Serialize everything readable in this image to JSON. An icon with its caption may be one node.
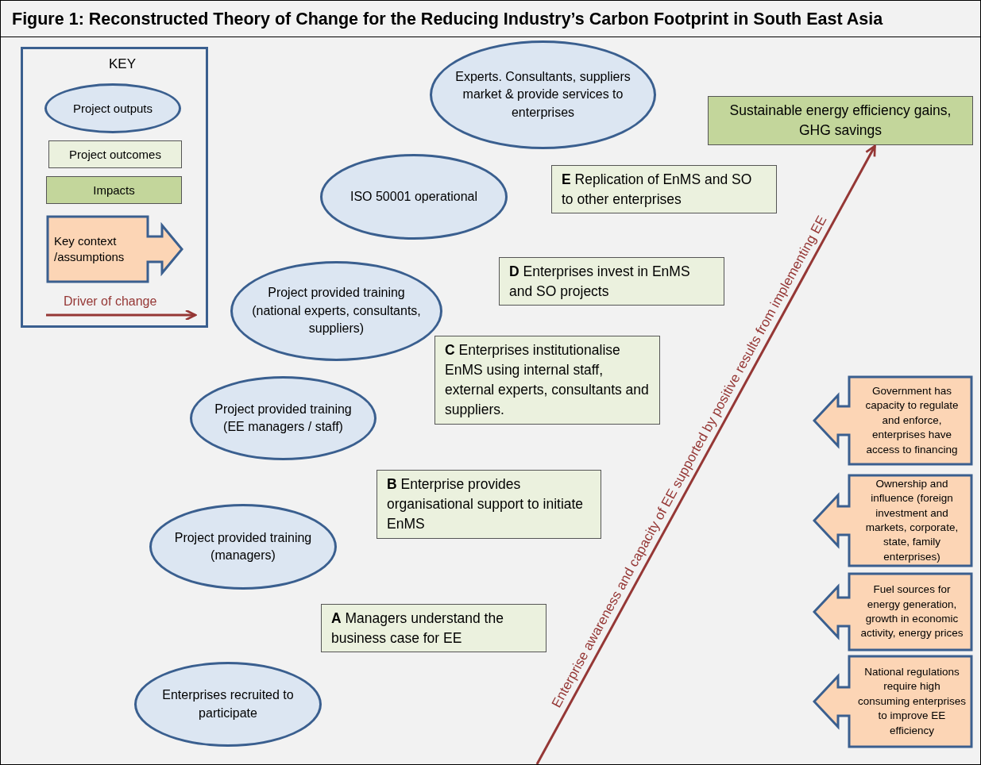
{
  "diagram": {
    "title": "Figure 1: Reconstructed Theory of Change for the Reducing Industry’s Carbon Footprint in South East Asia",
    "nodes": [
      {
        "text": [
          "Experts. Consultants, suppliers market & provide services  to enterprises"
        ]
      },
      {
        "text": [
          "Sustainable energy efficiency gains, GHG savings"
        ]
      },
      {
        "text": [
          "ISO 50001 operational"
        ]
      },
      {
        "text": [
          "**E** Replication of EnMS and SO to other enterprises"
        ]
      },
      {
        "text": [
          "Project provided training (national experts, consultants, suppliers)"
        ]
      },
      {
        "text": [
          "**D** Enterprises invest in EnMS and SO projects"
        ]
      },
      {
        "text": [
          "**C** Enterprises institutionalise EnMS using internal staff, external experts, consultants and suppliers."
        ]
      },
      {
        "text": [
          "Government has capacity to regulate and enforce, enterprises have access to financing"
        ]
      },
      {
        "text": [
          "Project provided training (EE managers / staff)"
        ]
      },
      {
        "text": [
          "**B** Enterprise provides organisational support to initiate EnMS"
        ]
      },
      {
        "text": [
          "Ownership and influence (foreign investment and markets, corporate, state, family enterprises)"
        ]
      },
      {
        "text": [
          "Project provided training (managers)"
        ]
      },
      {
        "text": [
          "Fuel sources for energy generation, growth in economic activity, energy prices"
        ]
      },
      {
        "text": [
          "**A** Managers understand the business case for EE"
        ]
      },
      {
        "text": [
          "Enterprises recruited to participate"
        ]
      },
      {
        "text": [
          "National regulations require high consuming enterprises to improve EE efficiency"
        ]
      }
    ],
    "edges": [
      {
        "from": null,
        "to": 1,
        "arrow": "to",
        "label": "Enterprise awareness and capacity of EE supported by positive results from implementing EE"
      }
    ],
    "labels": [
      "KEY"
    ],
    "legend": [
      {
        "text": "Project outputs",
        "color": "#dce6f2"
      },
      {
        "text": "Project outcomes",
        "color": "#ebf1de"
      },
      {
        "text": "Impacts",
        "color": "#c3d69b"
      },
      {
        "text": "Key context /assumptions",
        "color": "#fcd5b5"
      },
      {
        "text": "Driver of change"
      }
    ]
  }
}
